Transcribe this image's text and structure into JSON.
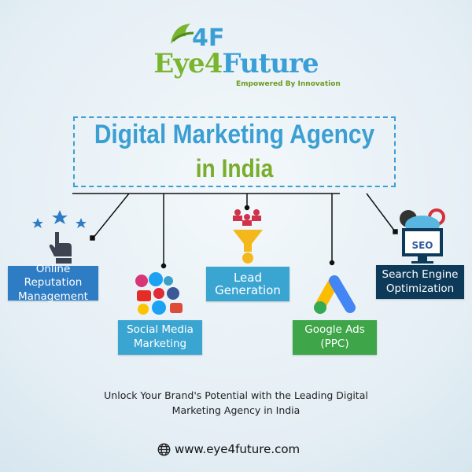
{
  "logo": {
    "mark": "4F",
    "name_part1": "Eye4",
    "name_part2": "Future",
    "tagline": "Empowered By Innovation"
  },
  "title": {
    "line1": "Digital Marketing Agency",
    "line2": "in India"
  },
  "services": [
    {
      "label1": "Online Reputation",
      "label2": "Management",
      "color": "#2e7cc3",
      "icon": "hand-pointer-stars-icon"
    },
    {
      "label1": "Social Media",
      "label2": "Marketing",
      "color": "#3ba5d2",
      "icon": "social-media-icons-icon"
    },
    {
      "label1": "Lead",
      "label2": "Generation",
      "color": "#3ba5d2",
      "icon": "funnel-icon"
    },
    {
      "label1": "Google Ads",
      "label2": "(PPC)",
      "color": "#3ea548",
      "icon": "google-ads-icon"
    },
    {
      "label1": "Search Engine",
      "label2": "Optimization",
      "color": "#0e3a5a",
      "icon": "seo-monitor-icon"
    }
  ],
  "seo_icon_text": "SEO",
  "footer": {
    "line1": "Unlock Your Brand's Potential with the Leading Digital",
    "line2": "Marketing Agency in India",
    "website": "www.eye4future.com"
  }
}
